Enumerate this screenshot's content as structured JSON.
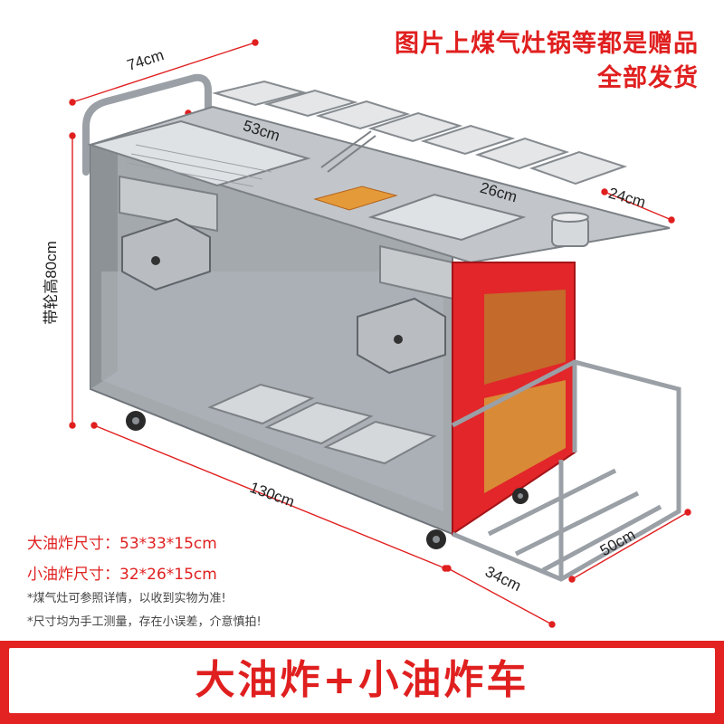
{
  "promo": {
    "line1": "图片上煤气灶锅等都是赠品",
    "line2": "全部发货"
  },
  "dimensions": {
    "width_top": "74cm",
    "large_fryer_width": "53cm",
    "small_fryer_width": "26cm",
    "side_shelf_width": "24cm",
    "height": "带轮高80cm",
    "length": "130cm",
    "depth": "50cm",
    "side_depth": "34cm"
  },
  "specs": {
    "large_fryer": "大油炸尺寸：53*33*15cm",
    "small_fryer": "小油炸尺寸：32*26*15cm"
  },
  "notes": {
    "note1": "*煤气灶可参照详情，以收到实物为准!",
    "note2": "*尺寸均为手工测量，存在小误差，介意慎拍!"
  },
  "banner": {
    "title": "大油炸+小油炸车"
  },
  "colors": {
    "accent_red": "#e01f1f",
    "steel": "#9aa0a6",
    "banner_bg": "#e32222"
  }
}
